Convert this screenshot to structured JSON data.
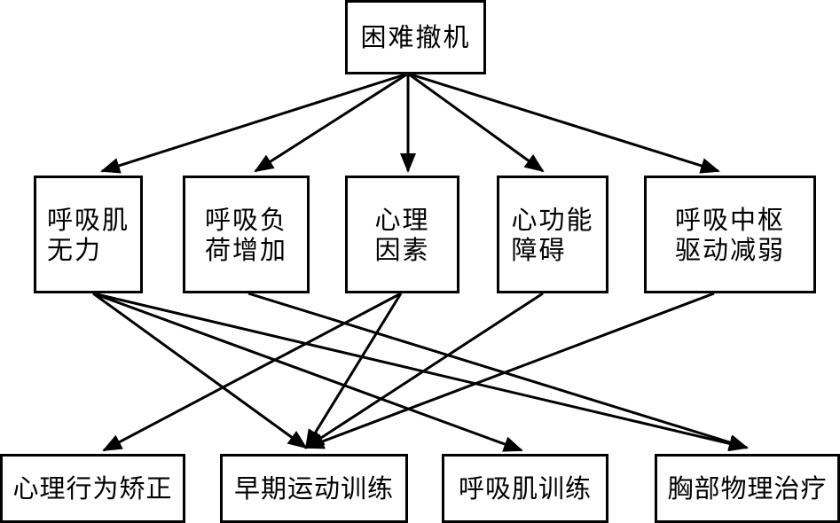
{
  "diagram": {
    "root": {
      "label": "困难撤机"
    },
    "causes": [
      {
        "line1": "呼吸肌",
        "line2": "无力"
      },
      {
        "line1": "呼吸负",
        "line2": "荷增加"
      },
      {
        "line1": "心理",
        "line2": "因素"
      },
      {
        "line1": "心功能",
        "line2": "障碍"
      },
      {
        "line1": "呼吸中枢",
        "line2": "驱动减弱"
      }
    ],
    "treatments": [
      {
        "label": "心理行为矫正"
      },
      {
        "label": "早期运动训练"
      },
      {
        "label": "呼吸肌训练"
      },
      {
        "label": "胸部物理治疗"
      }
    ],
    "edges": [
      {
        "from": "root",
        "to": "cause-0"
      },
      {
        "from": "root",
        "to": "cause-1"
      },
      {
        "from": "root",
        "to": "cause-2"
      },
      {
        "from": "root",
        "to": "cause-3"
      },
      {
        "from": "root",
        "to": "cause-4"
      },
      {
        "from": "cause-0",
        "to": "treat-1"
      },
      {
        "from": "cause-0",
        "to": "treat-2"
      },
      {
        "from": "cause-0",
        "to": "treat-3"
      },
      {
        "from": "cause-1",
        "to": "treat-3"
      },
      {
        "from": "cause-2",
        "to": "treat-0"
      },
      {
        "from": "cause-2",
        "to": "treat-1"
      },
      {
        "from": "cause-3",
        "to": "treat-1"
      },
      {
        "from": "cause-4",
        "to": "treat-1"
      }
    ]
  }
}
